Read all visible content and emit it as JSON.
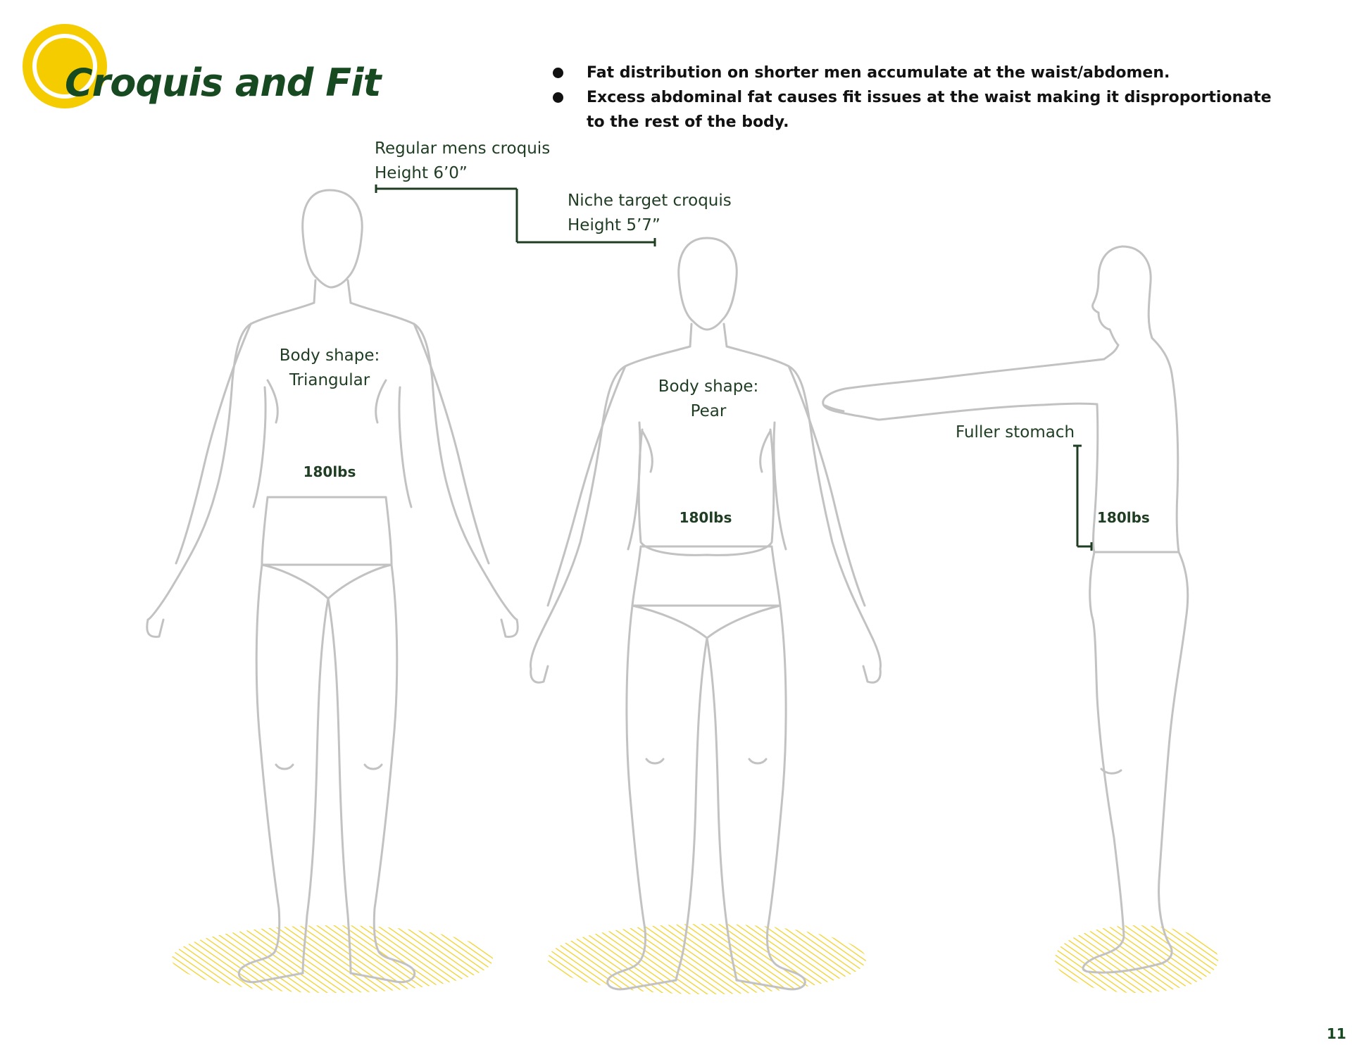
{
  "header": {
    "title": "Croquis and Fit"
  },
  "bullets": [
    "Fat distribution on shorter men accumulate at the waist/abdomen.",
    "Excess abdominal fat causes fit issues at the waist making it disproportionate to the rest of the body."
  ],
  "annotations": {
    "regular": {
      "line1": "Regular mens croquis",
      "line2": "Height 6’0”"
    },
    "niche": {
      "line1": "Niche target croquis",
      "line2": "Height 5’7”"
    },
    "fuller_stomach": "Fuller stomach"
  },
  "figures": {
    "front_regular": {
      "shape_label": "Body shape:",
      "shape_value": "Triangular",
      "weight": "180lbs"
    },
    "front_niche": {
      "shape_label": "Body shape:",
      "shape_value": "Pear",
      "weight": "180lbs"
    },
    "side_niche": {
      "weight": "180lbs"
    }
  },
  "page_number": "11",
  "colors": {
    "accent_yellow": "#f4cc00",
    "title_green": "#174a21",
    "text_green": "#1f3d22",
    "outline_gray": "#c2c2c2"
  }
}
